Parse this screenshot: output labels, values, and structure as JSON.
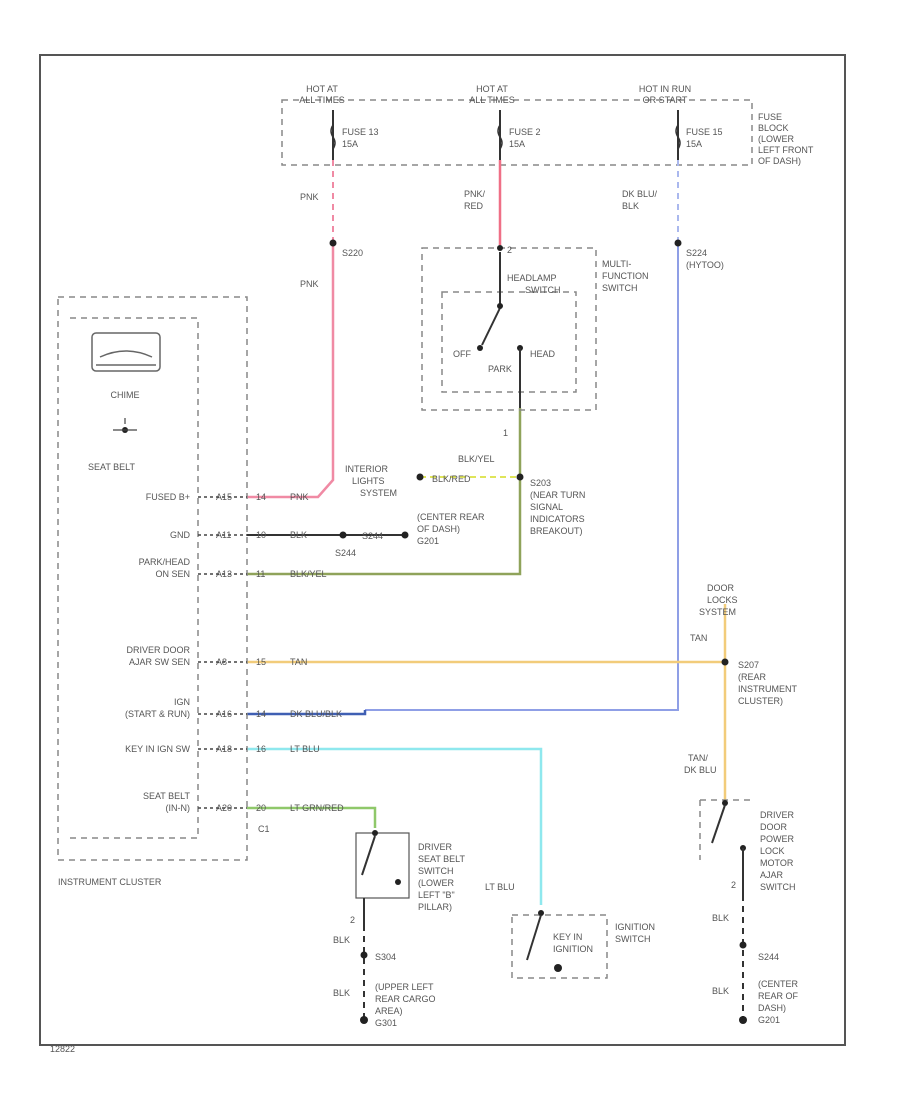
{
  "colors": {
    "pink": "#f08aa4",
    "red": "#ef6f86",
    "blue_dashed": "#aab8ee",
    "blue": "#8f9fe6",
    "dark_blue": "#3f5fb3",
    "tan": "#f2cc7a",
    "light_blue": "#8fe8ee",
    "olive": "#8fa35a",
    "green": "#8fc86a",
    "yellow_dash": "#dfe55a",
    "black": "#333333"
  },
  "power": {
    "hot1": [
      "HOT AT",
      "ALL TIMES"
    ],
    "hot2": [
      "HOT AT",
      "ALL TIMES"
    ],
    "hot3": [
      "HOT IN RUN",
      "OR START"
    ],
    "fuse13": [
      "FUSE 13",
      "15A"
    ],
    "fuse2": [
      "FUSE 2",
      "15A"
    ],
    "fuse15": [
      "FUSE 15",
      "15A"
    ],
    "fuse_block": [
      "FUSE",
      "BLOCK",
      "(LOWER",
      "LEFT FRONT",
      "OF DASH)"
    ]
  },
  "wires": {
    "pnk_1": "PNK",
    "s220": "S220",
    "pnk_2": "PNK",
    "pnk_red": [
      "PNK/",
      "RED"
    ],
    "dk_blu_blk": [
      "DK BLU/",
      "BLK"
    ],
    "s224": [
      "S224",
      "(HYTOO)"
    ],
    "pin1": "1",
    "pin2": "2",
    "blk_yel": "BLK/YEL",
    "blk_red_inline": "BLK/RED"
  },
  "switches": {
    "multi_function": [
      "MULTI-",
      "FUNCTION",
      "SWITCH"
    ],
    "headlamp": [
      "HEADLAMP",
      "SWITCH"
    ],
    "off": "OFF",
    "park": "PARK",
    "head": "HEAD"
  },
  "splices": {
    "interior_lights": [
      "INTERIOR",
      "LIGHTS",
      "SYSTEM"
    ],
    "s203": [
      "S203",
      "(NEAR TURN",
      "SIGNAL",
      "INDICATORS",
      "BREAKOUT)"
    ],
    "g201": [
      "(CENTER REAR",
      "OF DASH)",
      "G201"
    ],
    "s244": "S244",
    "s244b": "S244",
    "blk_gnd_a": "BLK",
    "blk_gnd_b": "BLK"
  },
  "cluster": {
    "chime": "CHIME",
    "seat_belt_header": "SEAT BELT",
    "inputs": [
      {
        "label": [
          "FUSED B+"
        ],
        "pin": "A15",
        "cav": "14",
        "wire": "PNK"
      },
      {
        "label": [
          "GND"
        ],
        "pin": "A11",
        "cav": "10",
        "wire": "BLK"
      },
      {
        "label": [
          "PARK/HEAD",
          "ON SEN"
        ],
        "pin": "A13",
        "cav": "11",
        "wire": "BLK/YEL"
      },
      {
        "label": [
          "DRIVER DOOR",
          "AJAR SW SEN"
        ],
        "pin": "A8",
        "cav": "15",
        "wire": "TAN"
      },
      {
        "label": [
          "IGN",
          "(START & RUN)"
        ],
        "pin": "A16",
        "cav": "14",
        "wire": "DK BLU/BLK"
      },
      {
        "label": [
          "KEY IN IGN SW"
        ],
        "pin": "A18",
        "cav": "16",
        "wire": "LT BLU"
      },
      {
        "label": [
          "SEAT BELT",
          "(IN-N)"
        ],
        "pin": "A20",
        "cav": "20",
        "wire": "LT GRN/RED"
      }
    ],
    "c1": "C1",
    "name": "INSTRUMENT CLUSTER"
  },
  "right_side": {
    "door_locks": [
      "DOOR",
      "LOCKS",
      "SYSTEM"
    ],
    "tan_1": "TAN",
    "s207": [
      "S207",
      "(REAR",
      "INSTRUMENT",
      "CLUSTER)"
    ],
    "tan_dk_blu": [
      "TAN/",
      "DK BLU"
    ],
    "driver_door_switch": [
      "DRIVER",
      "DOOR",
      "POWER",
      "LOCK",
      "MOTOR",
      "AJAR",
      "SWITCH"
    ],
    "pin2": "2",
    "blk_1": "BLK",
    "s244": "S244",
    "blk_2": "BLK",
    "g201": [
      "(CENTER",
      "REAR OF",
      "DASH)",
      "G201"
    ]
  },
  "seat_belt_switch": {
    "label": [
      "DRIVER",
      "SEAT BELT",
      "SWITCH",
      "(LOWER",
      "LEFT \"B\"",
      "PILLAR)"
    ],
    "pin2": "2",
    "blk_1": "BLK",
    "s304": "S304",
    "blk_2": "BLK",
    "ground": [
      "(UPPER LEFT",
      "REAR CARGO",
      "AREA)",
      "G301"
    ]
  },
  "ignition": {
    "lt_blu": "LT BLU",
    "key_in": [
      "KEY IN",
      "IGNITION"
    ],
    "ignition_switch": [
      "IGNITION",
      "SWITCH"
    ]
  },
  "figure_id": "12822"
}
